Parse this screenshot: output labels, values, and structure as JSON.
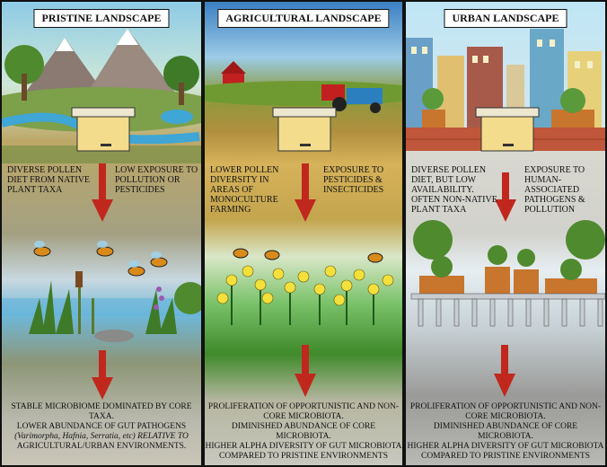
{
  "panels": [
    {
      "title": "PRISTINE LANDSCAPE",
      "left_text": "DIVERSE POLLEN DIET FROM NATIVE PLANT TAXA",
      "right_text": "LOW EXPOSURE TO POLLUTION OR PESTICIDES",
      "bottom_lines": [
        "STABLE MICROBIOME DOMINATED BY CORE TAXA.",
        "LOWER ABUNDANCE OF GUT PATHOGENS",
        "(Varimorpha, Hafnia, Serratia, etc) RELATIVE TO",
        "AGRICULTURAL/URBAN ENVIRONMENTS."
      ]
    },
    {
      "title": "AGRICULTURAL LANDSCAPE",
      "left_text": "LOWER POLLEN DIVERSITY IN AREAS OF MONOCULTURE FARMING",
      "right_text": "EXPOSURE TO PESTICIDES & INSECTICIDES",
      "bottom_lines": [
        "PROLIFERATION OF OPPORTUNISTIC AND NON-",
        "CORE MICROBIOTA.",
        "DIMINISHED ABUNDANCE OF CORE",
        "MICROBIOTA.",
        "HIGHER ALPHA DIVERSITY OF GUT MICROBIOTA",
        "COMPARED TO PRISTINE ENVIRONMENTS"
      ]
    },
    {
      "title": "URBAN LANDSCAPE",
      "left_text": "DIVERSE POLLEN DIET, BUT LOW AVAILABILITY. OFTEN NON-NATIVE PLANT TAXA",
      "right_text": "EXPOSURE TO HUMAN-ASSOCIATED PATHOGENS & POLLUTION",
      "bottom_lines": [
        "PROLIFERATION OF OPPORTUNISTIC AND NON-",
        "CORE MICROBIOTA.",
        "DIMINISHED ABUNDANCE OF CORE",
        "MICROBIOTA.",
        "HIGHER ALPHA DIVERSITY OF GUT MICROBIOTA",
        "COMPARED TO PRISTINE ENVIRONMENTS"
      ]
    }
  ],
  "colors": {
    "arrow": "#c0281e",
    "beehive": "#f3dc8c",
    "sky_pristine": "#9fd0e8",
    "field_agri": "#c9a44a",
    "urban_sky": "#bfe6f5"
  }
}
